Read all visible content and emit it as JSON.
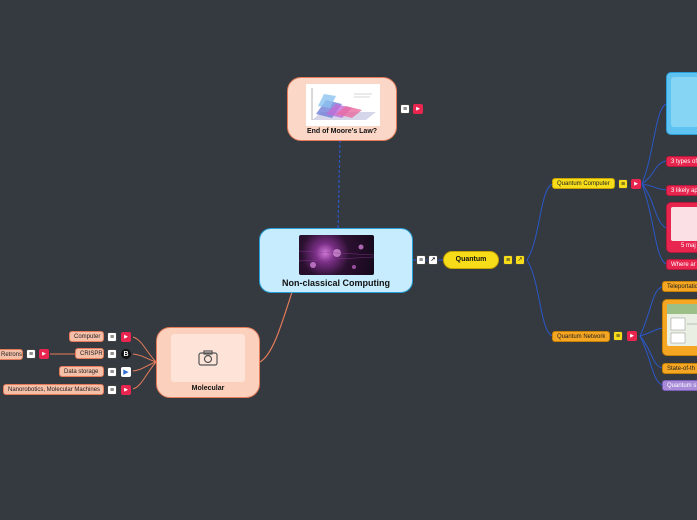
{
  "colors": {
    "background": "#353a40",
    "central_fill": "#c7ecfd",
    "salmon": "#f6bfa8",
    "yellow": "#f7dc1a",
    "red": "#e8254e",
    "purple": "#a78bd8",
    "orange": "#f5a623",
    "connector_blue": "#2a58c7",
    "connector_orange": "#e57b59"
  },
  "central": {
    "label": "Non-classical Computing"
  },
  "moores": {
    "label": "End of Moore's Law?"
  },
  "molecular": {
    "label": "Molecular",
    "children": [
      {
        "label": "Computer"
      },
      {
        "label": "CRISPR"
      },
      {
        "label": "Data storage"
      },
      {
        "label": "Nanorobotics, Molecular Machines"
      }
    ],
    "grandchild": {
      "label": "Retrons"
    }
  },
  "quantum": {
    "label": "Quantum",
    "computer": {
      "label": "Quantum Computer",
      "children": [
        {
          "label": "3 types of"
        },
        {
          "label": "3 likely ap"
        },
        {
          "label": "5 maj"
        },
        {
          "label": "Where ar"
        }
      ]
    },
    "network": {
      "label": "Quantum Network",
      "children": [
        {
          "label": "Teleportatio"
        },
        {
          "label": "State-of-th"
        },
        {
          "label": "Quantum s"
        }
      ]
    }
  },
  "icons": {
    "notes": "notes-icon",
    "youtube": "youtube-icon",
    "external": "external-link-icon",
    "camera": "camera-icon",
    "bold_b": "b-icon",
    "play": "play-icon"
  }
}
